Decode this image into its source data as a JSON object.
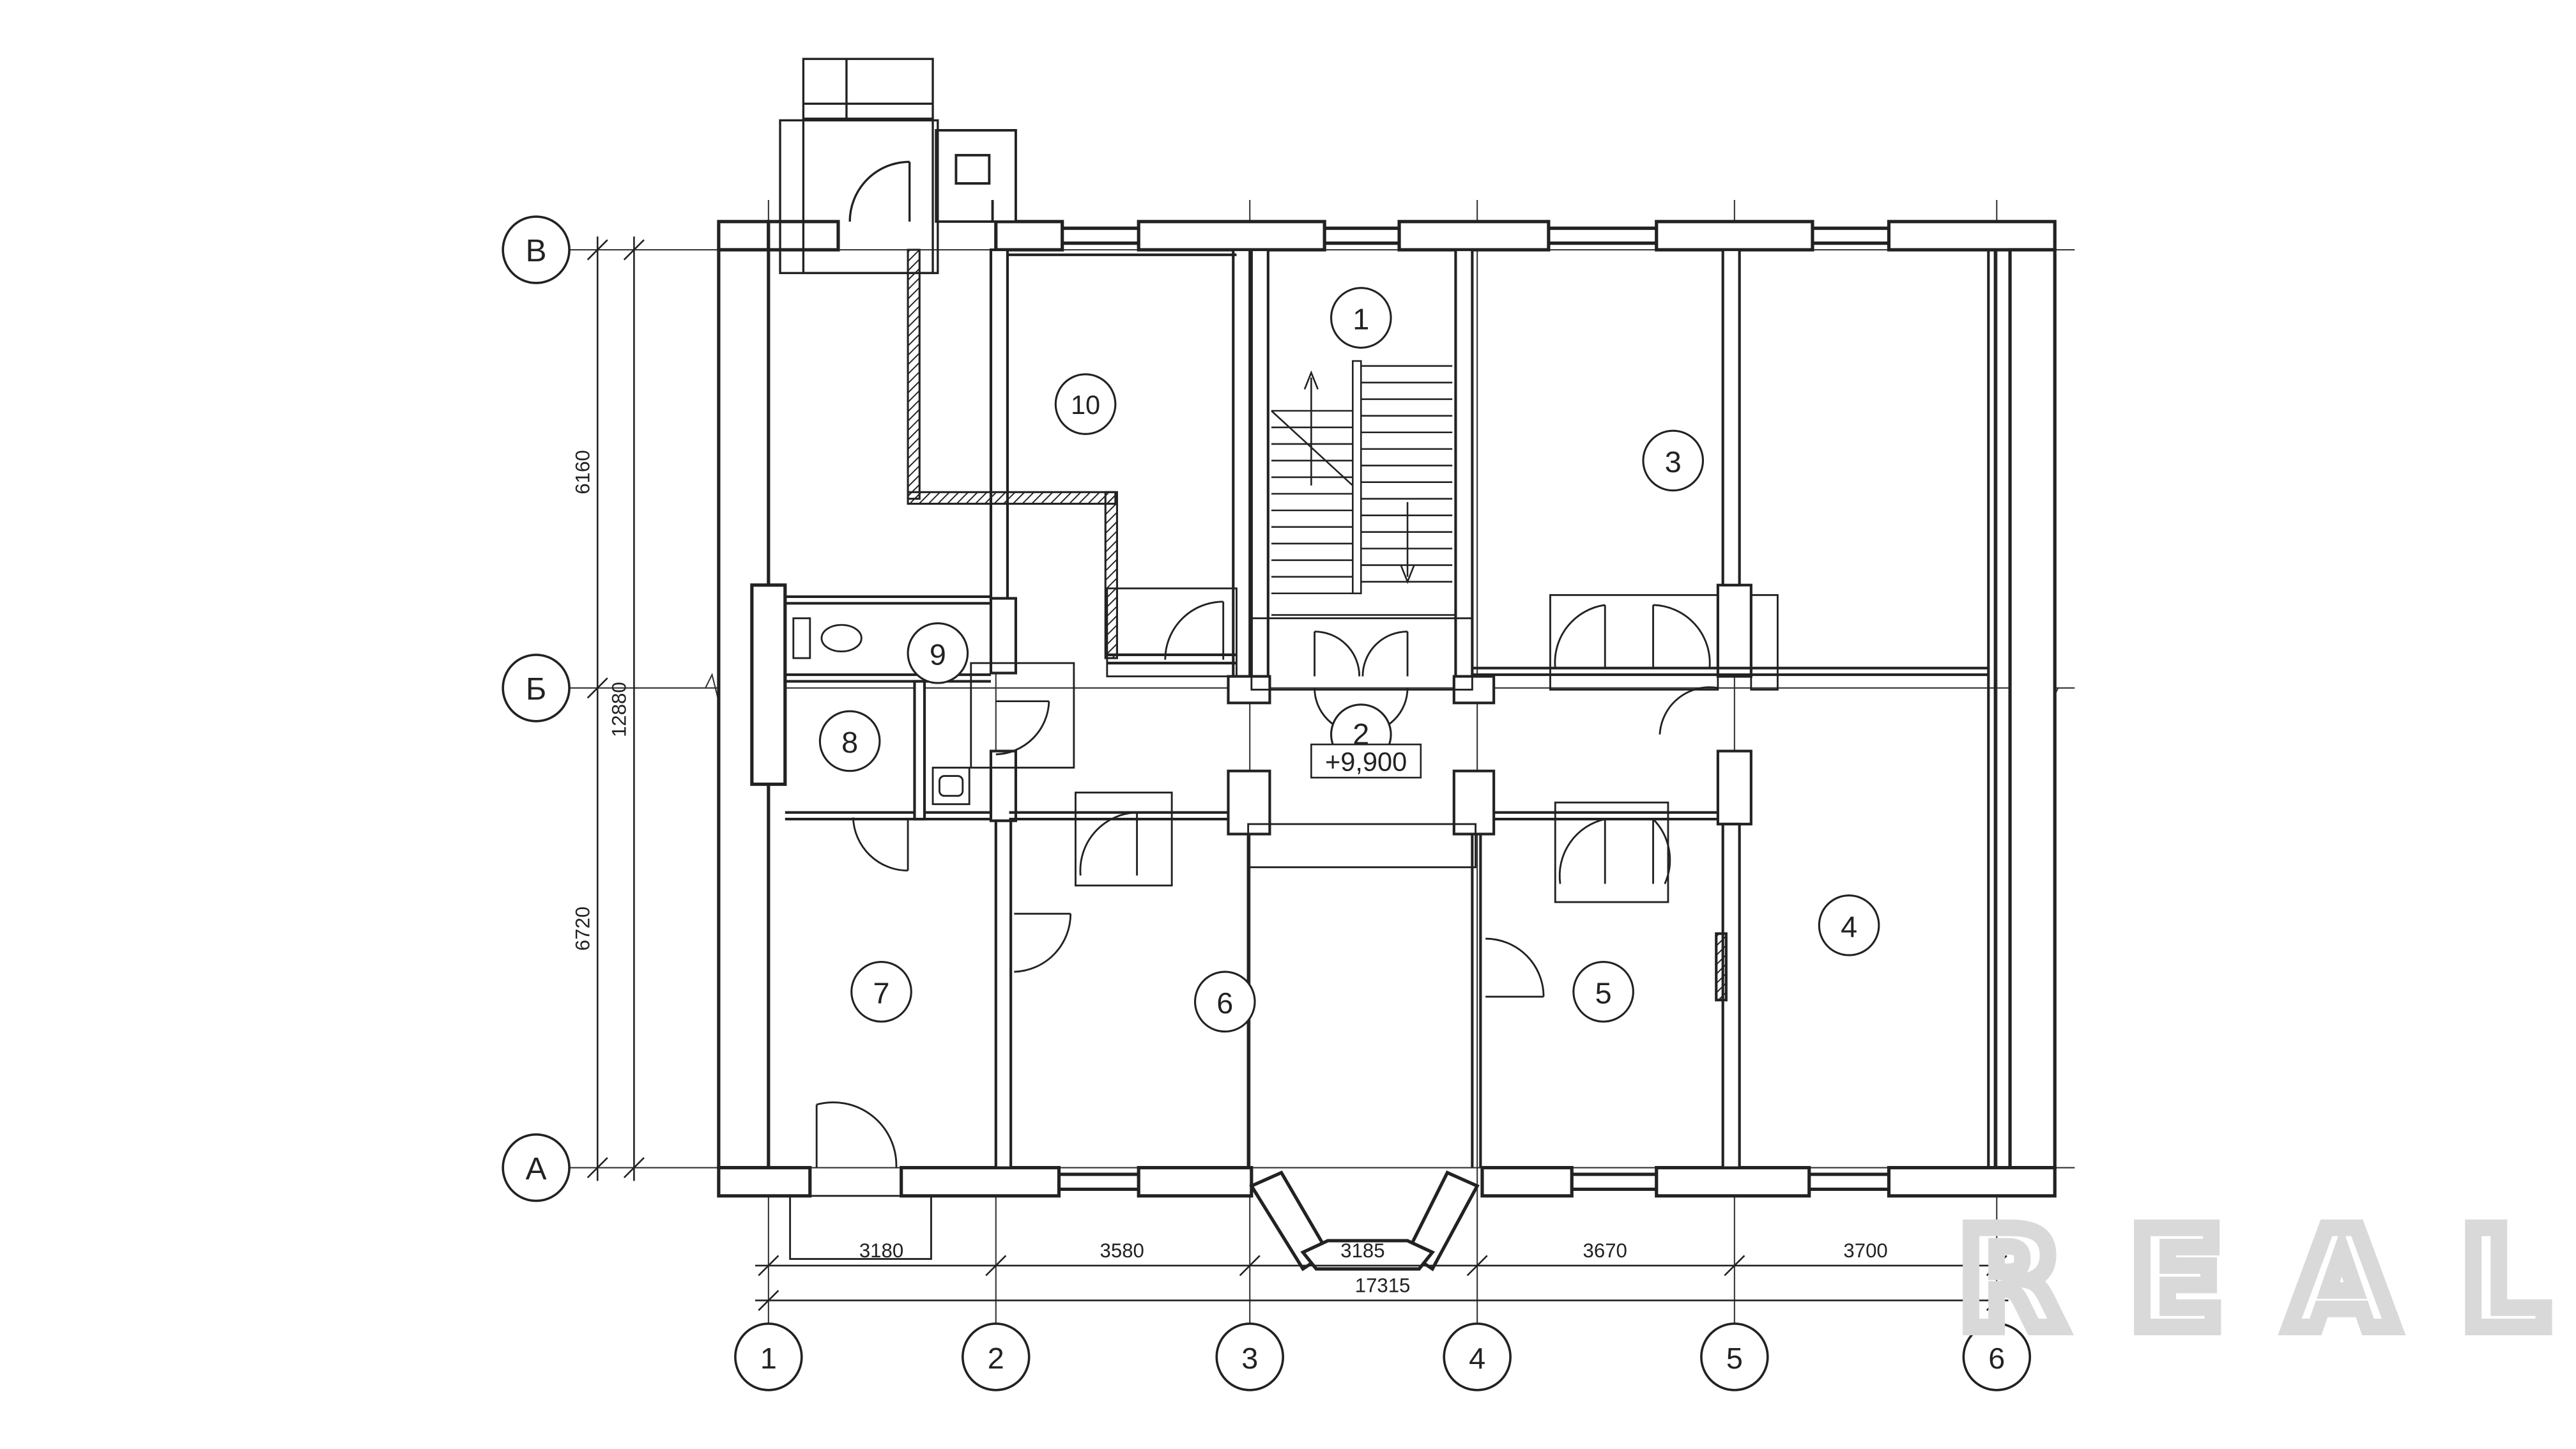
{
  "axes": {
    "rows": [
      "В",
      "Б",
      "А"
    ],
    "columns": [
      "1",
      "2",
      "3",
      "4",
      "5",
      "6"
    ]
  },
  "dimensions": {
    "left": [
      "6160",
      "12880",
      "6720"
    ],
    "bottom": [
      "3180",
      "3580",
      "3185",
      "3670",
      "3700"
    ],
    "total": "17315"
  },
  "rooms": [
    "1",
    "2",
    "3",
    "4",
    "5",
    "6",
    "7",
    "8",
    "9",
    "10"
  ],
  "elevation": "+9,900",
  "watermark": "REALT",
  "colors": {
    "line": "#222222",
    "wall": "#2a2a2a",
    "watermark": "#d9d9d9"
  }
}
